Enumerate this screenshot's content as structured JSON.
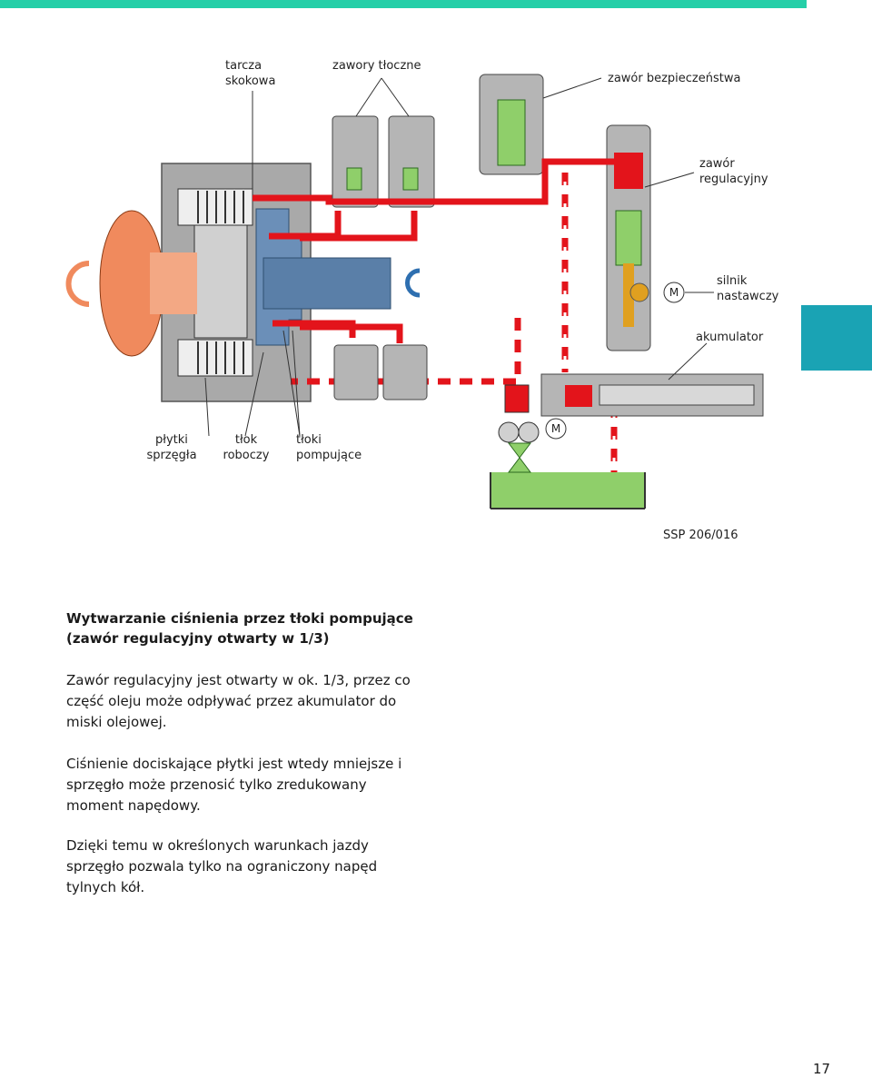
{
  "colors": {
    "accent_bar": "#25cfa8",
    "side_tab": "#1aa3b4",
    "high_pressure": "#e3141b",
    "oil": "#8fcf6a",
    "housing": "#a9a9a9",
    "rotating_part": "#f08a5d",
    "shaft": "#5a7fa8"
  },
  "labels": {
    "tarcza": "tarcza\nskokowa",
    "zawory": "zawory tłoczne",
    "bezpieczenstwa": "zawór bezpieczeństwa",
    "regulacyjny": "zawór\nregulacyjny",
    "silnik": "silnik\nnastawczy",
    "akumulator": "akumulator",
    "plytki": "płytki\nsprzęgła",
    "tlok": "tłok\nroboczy",
    "tloki": "tłoki\npompujące",
    "motor_M": "M"
  },
  "caption": "SSP 206/016",
  "heading": "Wytwarzanie ciśnienia przez tłoki pompujące\n(zawór regulacyjny otwarty w 1/3)",
  "paragraphs": [
    "Zawór regulacyjny jest otwarty w ok. 1/3, przez co część oleju może odpływać przez akumulator do miski olejowej.",
    "Ciśnienie dociskające płytki jest wtedy mniejsze i sprzęgło może przenosić tylko zredukowany moment napędowy.",
    "Dzięki temu w określonych warunkach jazdy sprzęgło pozwala tylko na ograniczony napęd tylnych kół."
  ],
  "page_number": "17"
}
